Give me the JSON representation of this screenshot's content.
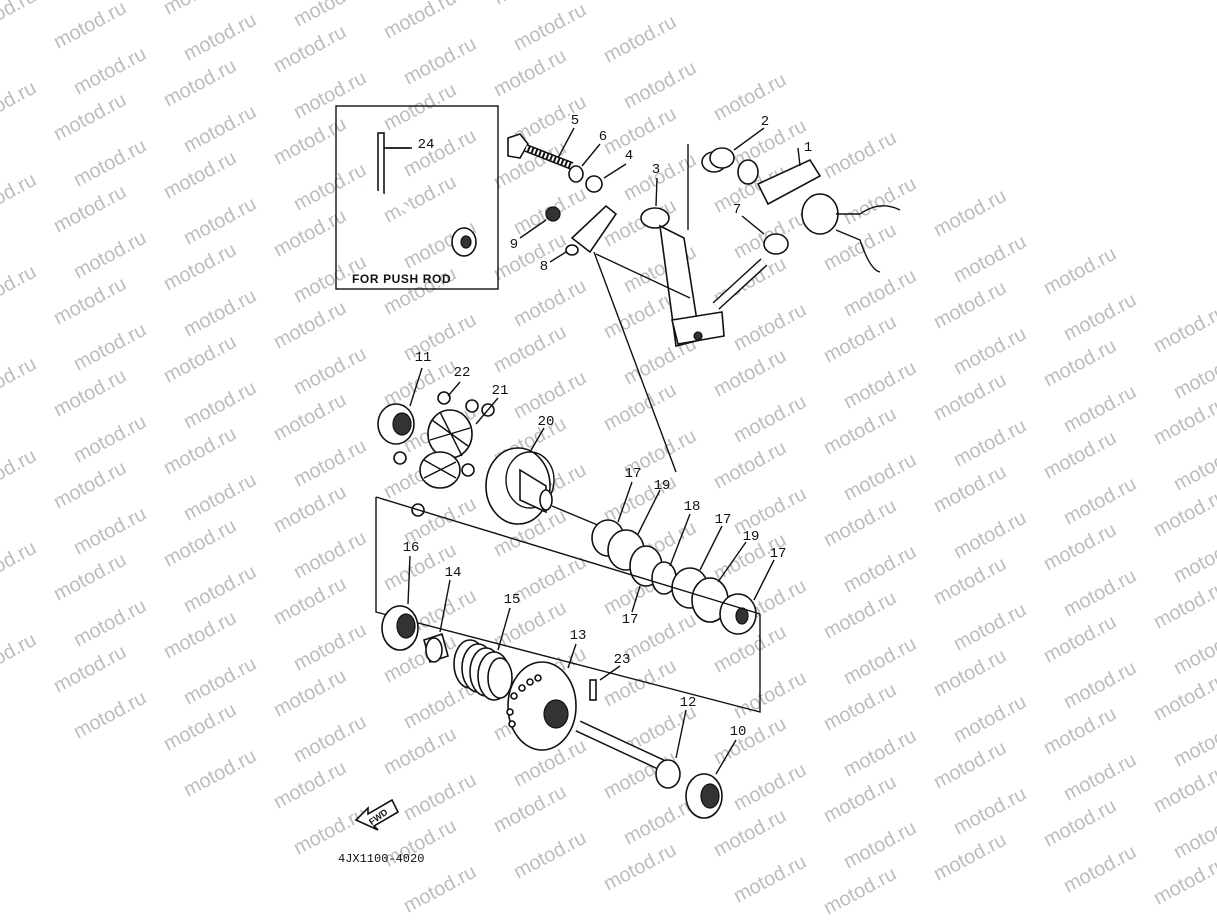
{
  "watermark": "motod.ru",
  "inset": {
    "label": "FOR PUSH ROD",
    "part": "24"
  },
  "catalog_code": "4JX1100-4020",
  "fwd_label": "FWD",
  "parts": [
    {
      "num": "1",
      "name": "shift-lever-part-1"
    },
    {
      "num": "2",
      "name": "spring-part-2"
    },
    {
      "num": "3",
      "name": "shift-pedal-part-3"
    },
    {
      "num": "4",
      "name": "washer-part-4"
    },
    {
      "num": "5",
      "name": "bolt-part-5"
    },
    {
      "num": "6",
      "name": "washer-part-6"
    },
    {
      "num": "7",
      "name": "oil-seal-part-7"
    },
    {
      "num": "8",
      "name": "bracket-part-8"
    },
    {
      "num": "9",
      "name": "nut-part-9"
    },
    {
      "num": "10",
      "name": "bearing-part-10"
    },
    {
      "num": "11",
      "name": "bearing-part-11"
    },
    {
      "num": "12",
      "name": "shaft-part-12"
    },
    {
      "num": "13",
      "name": "gear-plate-part-13"
    },
    {
      "num": "14",
      "name": "collar-part-14"
    },
    {
      "num": "15",
      "name": "spring-part-15"
    },
    {
      "num": "16",
      "name": "oil-seal-part-16"
    },
    {
      "num": "17",
      "name": "plate-part-17"
    },
    {
      "num": "18",
      "name": "collar-part-18"
    },
    {
      "num": "19",
      "name": "plate-part-19"
    },
    {
      "num": "20",
      "name": "sliding-sheave-part-20"
    },
    {
      "num": "21",
      "name": "cam-part-21"
    },
    {
      "num": "22",
      "name": "ball-part-22"
    },
    {
      "num": "23",
      "name": "pin-part-23"
    }
  ]
}
